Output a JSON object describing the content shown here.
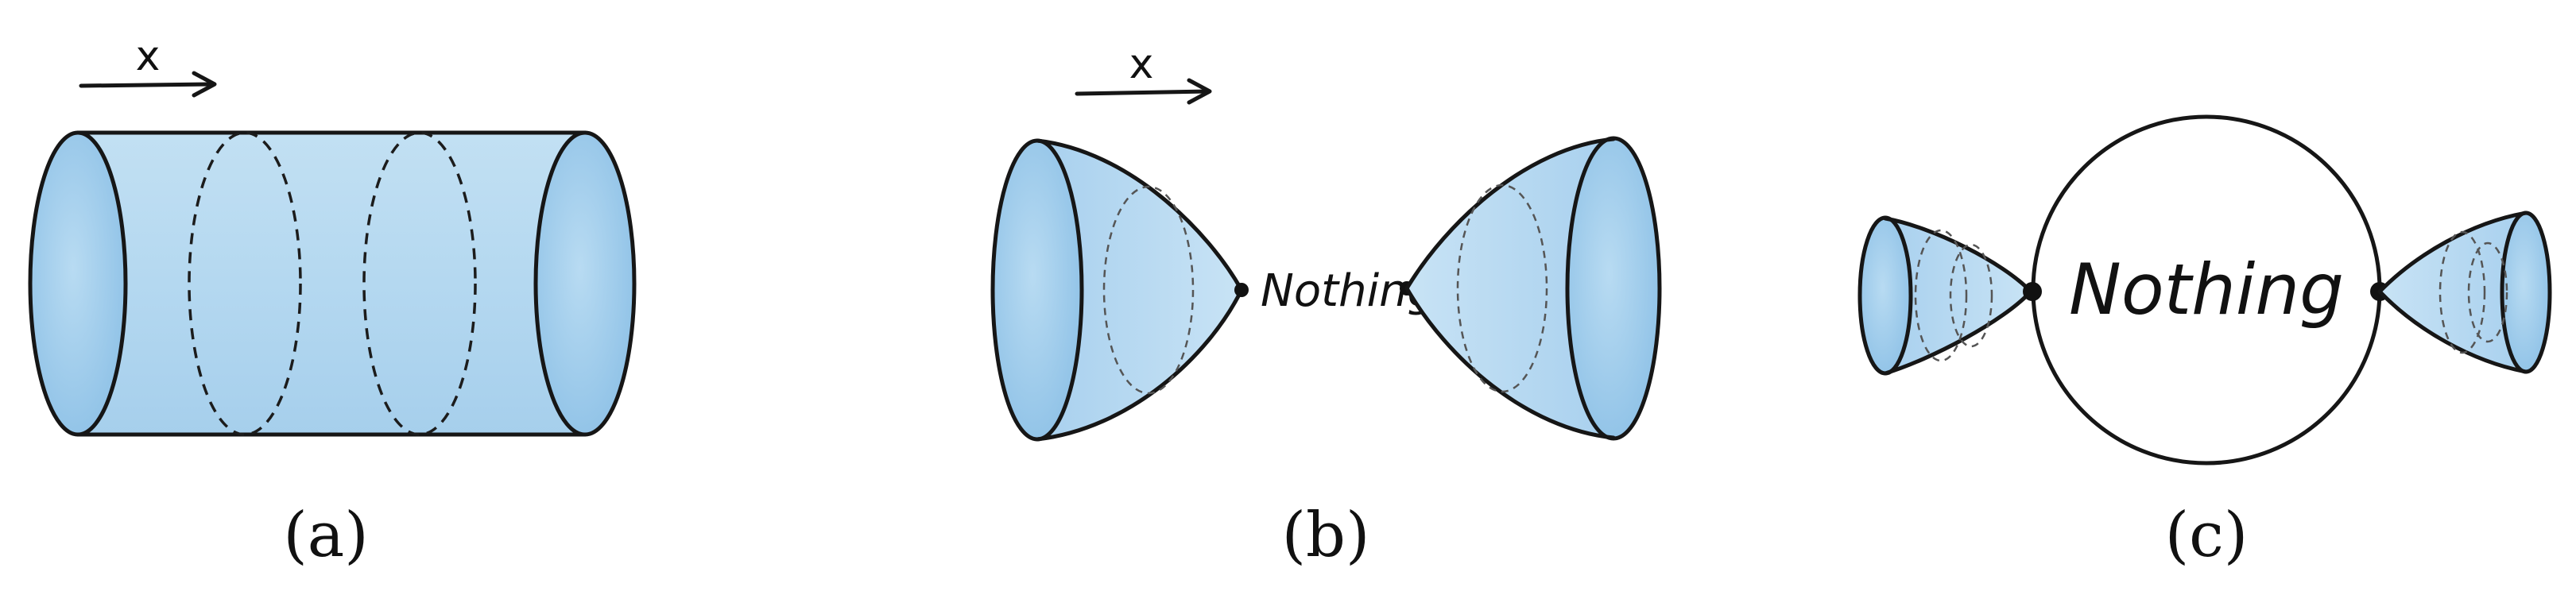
{
  "panels": [
    {
      "caption": "(a)",
      "axis_label": "x"
    },
    {
      "caption": "(b)",
      "axis_label": "x",
      "text": "Nothing"
    },
    {
      "caption": "(c)",
      "text": "Nothing"
    }
  ],
  "colors": {
    "fill_light": "#bcdcf1",
    "fill_mid": "#a8d0ee",
    "fill_dark": "#7fb7e0",
    "stroke": "#161616"
  }
}
